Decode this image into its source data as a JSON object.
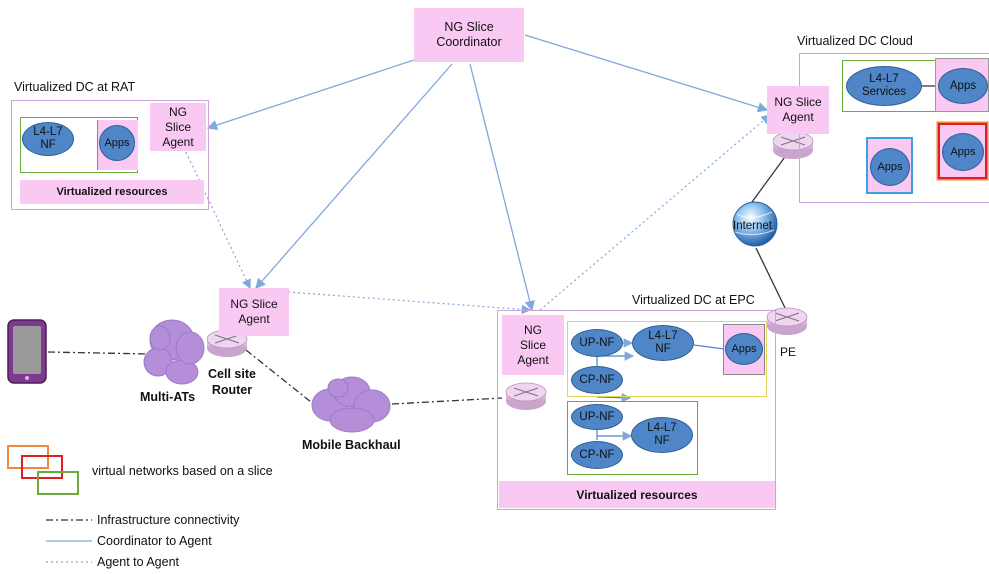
{
  "coordinator": {
    "label": "NG Slice\nCoordinator"
  },
  "rat": {
    "title": "Virtualized DC at RAT",
    "agent": "NG\nSlice\nAgent",
    "nf": "L4-L7\nNF",
    "apps": "Apps",
    "resources": "Virtualized resources"
  },
  "cloud": {
    "title": "Virtualized DC Cloud",
    "agent": "NG Slice\nAgent",
    "services": "L4-L7\nServices",
    "apps1": "Apps",
    "apps2": "Apps",
    "apps3": "Apps"
  },
  "cell_agent": {
    "label": "NG Slice\nAgent"
  },
  "cell_router": "Cell site\nRouter",
  "multi_ats": "Multi-ATs",
  "backhaul": "Mobile Backhaul",
  "internet": "Internet",
  "pe": "PE",
  "epc": {
    "title": "Virtualized DC at EPC",
    "agent": "NG\nSlice\nAgent",
    "up1": "UP-NF",
    "cp1": "CP-NF",
    "l4a": "L4-L7\nNF",
    "apps": "Apps",
    "up2": "UP-NF",
    "cp2": "CP-NF",
    "l4b": "L4-L7\nNF",
    "resources": "Virtualized resources"
  },
  "legend": {
    "slices": "virtual networks based on a slice",
    "infra": "Infrastructure connectivity",
    "coord": "Coordinator to Agent",
    "agent": "Agent to Agent"
  },
  "colors": {
    "agent_pink": "#f9c9f4",
    "nf_blue": "#4e86c8",
    "coord_line": "#7fa8dc",
    "slice_orange": "#f08a3a",
    "slice_red": "#e02020",
    "slice_green": "#6aaa3a"
  }
}
